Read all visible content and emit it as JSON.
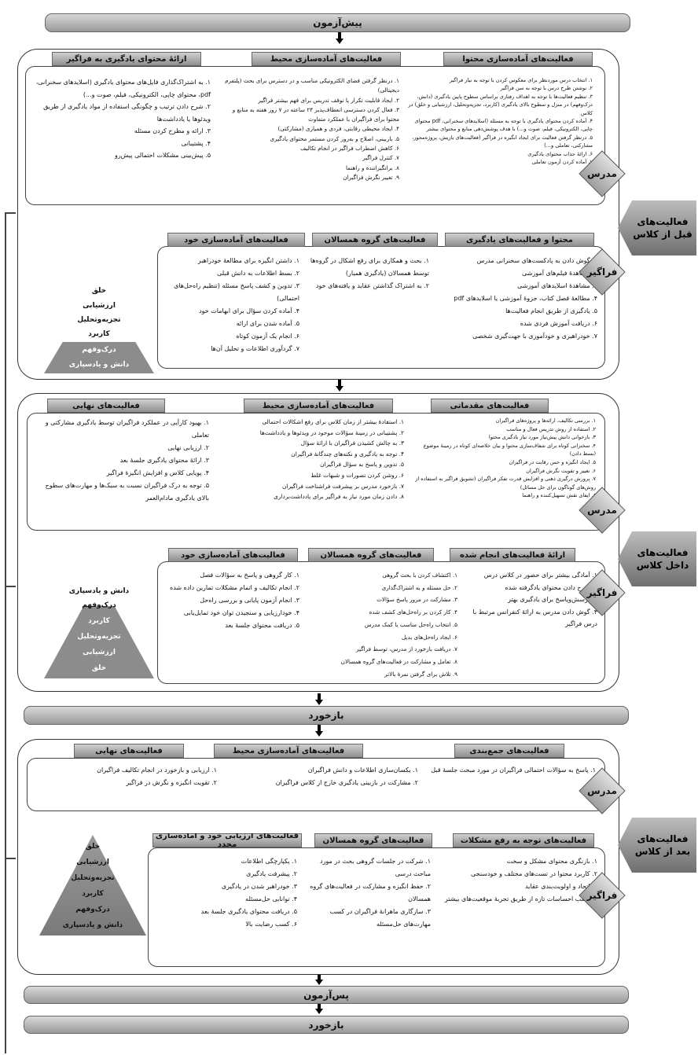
{
  "pretest": "پیش‌آزمون",
  "feedback1": "بازخورد",
  "posttest": "پس‌آزمون",
  "feedback2": "بازخورد",
  "phases": {
    "before": "فعالیت‌های\nقبل از کلاس",
    "during": "فعالیت‌های\nداخل کلاس",
    "after": "فعالیت‌های\nبعد از کلاس"
  },
  "roles": {
    "teacher": "مدرس",
    "learner": "فراگیر"
  },
  "before_teacher": {
    "col1_title": "فعالیت‌های آماده‌سازی محتوا",
    "col1": [
      "۱. انتخاب درس موردنظر برای معکوس کردن با توجه به نیاز فراگیر",
      "۲. نوشتن طرح درس با توجه به سن فراگیر",
      "۳. تنظیم فعالیت‌ها با توجه به اهداف رفتاری براساس سطوح پایین یادگیری (دانش، درک‌وفهم) در منزل و سطوح بالای یادگیری (کاربرد، تجزیه‌وتحلیل، ارزشیابی و خلق) در کلاس",
      "۴. آماده کردن محتوای یادگیری با توجه به مسئله (اسلایدهای سخنرانی، pdf محتوای چاپی، الکترونیکی، فیلم، صوت و...) با هدف پوشش‌دهی منابع و محتوای بیشتر",
      "۵. درنظر گرفتن فعالیت برای ایجاد انگیزه در فراگیر (فعالیت‌های بازیش، پروژه‌محور، مشارکتی، تعاملی و...)",
      "۶. ارائهٔ جذاب محتوای یادگیری",
      "۷. آماده کردن آزمون تعاملی"
    ],
    "col2_title": "فعالیت‌های آماده‌سازی محیط",
    "col2": [
      "۱. درنظر گرفتن فضای الکترونیکی مناسب و در دسترس برای بحث (پلتفرم دیجیتالی)",
      "۲. ایجاد قابلیت تکرار یا توقف تدریس برای فهم بیشتر فراگیر",
      "۳. فعال کردن دسترسی انعطاف‌پذیر ۲۴ ساعته در ۷ روز هفته به منابع و محتوا برای فراگیران با عملکرد متفاوت",
      "۴. ایجاد محیطی رقابتی، فردی و همیاری (مشارکتی)",
      "۵. بازبینی، اصلاح و به‌روز کردن مستمر محتوای یادگیری",
      "۶. کاهش اضطراب فراگیر در انجام تکالیف",
      "۷. کنترل فراگیر",
      "۸. برانگیزاننده و راهنما",
      "۹. تغییر نگرش فراگیران"
    ],
    "col3_title": "ارائهٔ محتوای یادگیری به فراگیر",
    "col3": [
      "۱. به اشتراک‌گذاری فایل‌های محتوای یادگیری (اسلایدهای سخنرانی، pdf، محتوای چاپی، الکترونیکی، فیلم، صوت و...)",
      "۲. شرح دادن ترتیب و چگونگی استفاده از مواد یادگیری از طریق ویدئوها یا یادداشت‌ها",
      "۳. ارائه و مطرح کردن مسئله",
      "۴. پشتیبانی",
      "۵. پیش‌بینی مشکلات احتمالی پیش‌رو"
    ]
  },
  "before_learner": {
    "col1_title": "محتوا و فعالیت‌های یادگیری",
    "col1": [
      "۱. گوش دادن به پادکست‌های سخنرانی مدرس",
      "۲. مشاهدهٔ فیلم‌های آموزشی",
      "۳. مشاهدهٔ اسلایدهای آموزشی",
      "۴. مطالعهٔ فصل کتاب، جزوهٔ آموزشی یا اسلایدهای pdf",
      "۵. یادگیری از طریق انجام فعالیت‌ها",
      "۶. دریافت آموزش فردی شده",
      "۷. خودراهبری و خودآموزی با جهت‌گیری شخصی"
    ],
    "col2_title": "فعالیت‌های گروه همسالان",
    "col2": [
      "۱. بحث و همکاری برای رفع اشکال در گروه‌ها توسط همسالان (یادگیری همیار)",
      "۲. به اشتراک گذاشتن عقاید و یافته‌های خود"
    ],
    "col3_title": "فعالیت‌های آماده‌سازی خود",
    "col3": [
      "۱. داشتن انگیزه برای مطالعهٔ خودراهبر",
      "۲. بسط اطلاعات به دانش قبلی",
      "۳. تدوین و کشف پاسخ مسئله (تنظیم راه‌حل‌های احتمالی)",
      "۴. آماده کردن سؤال برای ابهامات خود",
      "۵. آماده شدن برای ارائه",
      "۶. انجام یک آزمون کوتاه",
      "۷. گردآوری اطلاعات و تحلیل آن‌ها"
    ],
    "pyramid": [
      "خلق",
      "ارزشیابی",
      "تجزیه‌وتحلیل",
      "کاربرد",
      "درک‌وفهم",
      "دانش و یادسپاری"
    ]
  },
  "during_teacher": {
    "col1_title": "فعالیت‌های مقدماتی",
    "col1": [
      "۱. بررسی تکالیف، ارائه‌ها و پروژه‌های فراگیران",
      "۲. استفاده از روش تدریس فعال و مناسب",
      "۳. بازخوانی دانش پیش‌نیاز مورد نیاز یادگیری محتوا",
      "۴. سخنرانی کوتاه برای شفاف‌سازی محتوا و بیان خلاصه‌ای کوتاه در زمینهٔ موضوع (بسط دادن)",
      "۵. ایجاد انگیزه و حس رقابت در فراگیران",
      "۶. تغییر و تقویت نگرش فراگیران",
      "۷. پرورش درگیری ذهنی و افزایش قدرت تفکر فراگیران (تشویق فراگیر به استفاده از روش‌های گوناگون برای حل مسائل)",
      "۸. ایفای نقش تسهیل‌کننده و راهنما"
    ],
    "col2_title": "فعالیت‌های آماده‌سازی محیط",
    "col2": [
      "۱. استفادهٔ بیشتر از زمان کلاس برای رفع اشکالات احتمالی",
      "۲. پشتیبانی در زمینهٔ سؤالات موجود در ویدئوها و یادداشت‌ها",
      "۳. به چالش کشیدن فراگیران با ارائهٔ سؤال",
      "۴. توجه به یادگیری و نکته‌های چندگانهٔ فراگیران",
      "۵. تدوین و پاسخ به سؤال فراگیران",
      "۶. روشن کردن تصورات و شبهات غلط",
      "۷. بازخورد مدرس بر پیشرفت فراشناخت فراگیران",
      "۸. دادن زمان مورد نیاز به فراگیر برای یادداشت‌برداری"
    ],
    "col3_title": "فعالیت‌های نهایی",
    "col3": [
      "۱. بهبود کارآیی در عملکرد فراگیران توسط یادگیری مشارکتی و تعاملی",
      "۲. ارزیابی نهایی",
      "۳. ارائهٔ محتوای یادگیری جلسهٔ بعد",
      "۴. پویایی کلاس و افزایش انگیزهٔ فراگیر",
      "۵. توجه به درک فراگیران نسبت به سبک‌ها و مهارت‌های سطوح بالای یادگیری مادام‌العمر"
    ]
  },
  "during_learner": {
    "col1_title": "ارائهٔ فعالیت‌های انجام شده",
    "col1": [
      "۱. آمادگی بیشتر برای حضور در کلاس درس",
      "۲. شرح دادن محتوای یادگرفته شده",
      "۳. پرسش‌وپاسخ برای یادگیری بهتر",
      "۴. گوش دادن مدرس به ارائهٔ کنفرانس مرتبط با درس فراگیر"
    ],
    "col2_title": "فعالیت‌های گروه همسالان",
    "col2": [
      "۱. اکتشاف کردن با بحث گروهی",
      "۲. حل مسئله و به اشتراک‌گذاری",
      "۳. مشارکت در مرور پاسخ سؤالات",
      "۴. کار کردن بر راه‌حل‌های کشف شده",
      "۵. انتخاب راه‌حل مناسب با کمک مدرس",
      "۶. ایجاد راه‌حل‌های بدیل",
      "۷. دریافت بازخورد از مدرس، توسط فراگیر",
      "۸. تعامل و مشارکت در فعالیت‌های گروه همسالان",
      "۹. تلاش برای گرفتن نمرهٔ بالاتر"
    ],
    "col3_title": "فعالیت‌های آماده‌سازی خود",
    "col3": [
      "۱. کار گروهی و پاسخ به سؤالات فصل",
      "۲. انجام تکالیف و اتمام مشکلات تمارین داده شده",
      "۳. انجام آزمون پایانی و بررسی راه‌حل",
      "۴. خودارزیابی و سنجیدن توان خود تمایل‌یابی",
      "۵. دریافت محتوای جلسهٔ بعد"
    ],
    "pyramid": [
      "دانش و یادسپاری",
      "درک‌وفهم",
      "کاربرد",
      "تجزیه‌وتحلیل",
      "ارزشیابی",
      "خلق"
    ]
  },
  "after_teacher": {
    "col1_title": "فعالیت‌های جمع‌بندی",
    "col1": [
      "۱. پاسخ به سؤالات احتمالی فراگیران در مورد مبحث جلسهٔ قبل"
    ],
    "col2_title": "فعالیت‌های آماده‌سازی محیط",
    "col2": [
      "۱. یکسان‌سازی اطلاعات و دانش فراگیران",
      "۲. مشارکت در بازبینی یادگیری خارج از کلاس فراگیران"
    ],
    "col3_title": "فعالیت‌های نهایی",
    "col3": [
      "۱. ارزیابی و بازخورد در انجام تکالیف فراگیران",
      "۲. تقویت انگیزه و نگرش در فراگیر"
    ]
  },
  "after_learner": {
    "col1_title": "فعالیت‌های توجه به رفع مشکلات",
    "col1": [
      "۱. بازنگری محتوای مشکل و سخت",
      "۲. کاربرد محتوا در تست‌های مختلف و خودسنجی",
      "۳. اتحاد و اولویت‌بندی عقاید",
      "۴. کسب احساسات تازه از طریق تجربهٔ موقعیت‌های بیشتر"
    ],
    "col2_title": "فعالیت‌های گروه همسالان",
    "col2": [
      "۱. شرکت در جلسات گروهی بحث در مورد مباحث درسی",
      "۲. حفظ انگیزه و مشارکت در فعالیت‌های گروه همسالان",
      "۳. سازگاری ماهرانهٔ فراگیران در کسب مهارت‌های حل‌مسئله"
    ],
    "col3_title": "فعالیت‌های ارزیابی خود و آماده‌سازی مجدد",
    "col3": [
      "۱. یکپارچگی اطلاعات",
      "۲. پیشرفت یادگیری",
      "۳. خودراهبر شدن در یادگیری",
      "۴. توانایی حل‌مسئله",
      "۵. دریافت محتوای یادگیری جلسهٔ بعد",
      "۶. کسب رضایت بالا"
    ],
    "pyramid": [
      "خلق",
      "ارزشیابی",
      "تجزیه‌وتحلیل",
      "کاربرد",
      "درک‌وفهم",
      "دانش و یادسپاری"
    ]
  }
}
